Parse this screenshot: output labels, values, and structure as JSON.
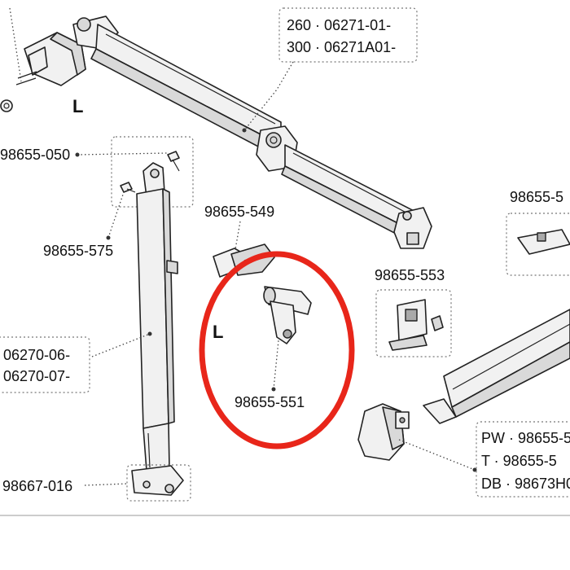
{
  "labels": {
    "arm_top_1": "260 · 06271-01-",
    "arm_top_2": "300 · 06271A01-",
    "arm_side": "L",
    "screws": "98655-050",
    "pin": "98655-575",
    "leg_1": "06270-06-",
    "leg_2": "06270-07-",
    "foot": "98667-016",
    "clip": "98655-549",
    "hinge_side": "L",
    "hinge": "98655-551",
    "clip_right": "98655-553",
    "top_right": "98655-5",
    "rail_1": "PW · 98655-5",
    "rail_2": "T · 98655-5",
    "rail_3": "DB · 98673H0"
  },
  "highlight": {
    "color": "#e8261a",
    "target": "98655-551"
  },
  "colors": {
    "line": "#222222",
    "part_fill": "#f1f1f1",
    "shade": "#d9d9d9"
  }
}
